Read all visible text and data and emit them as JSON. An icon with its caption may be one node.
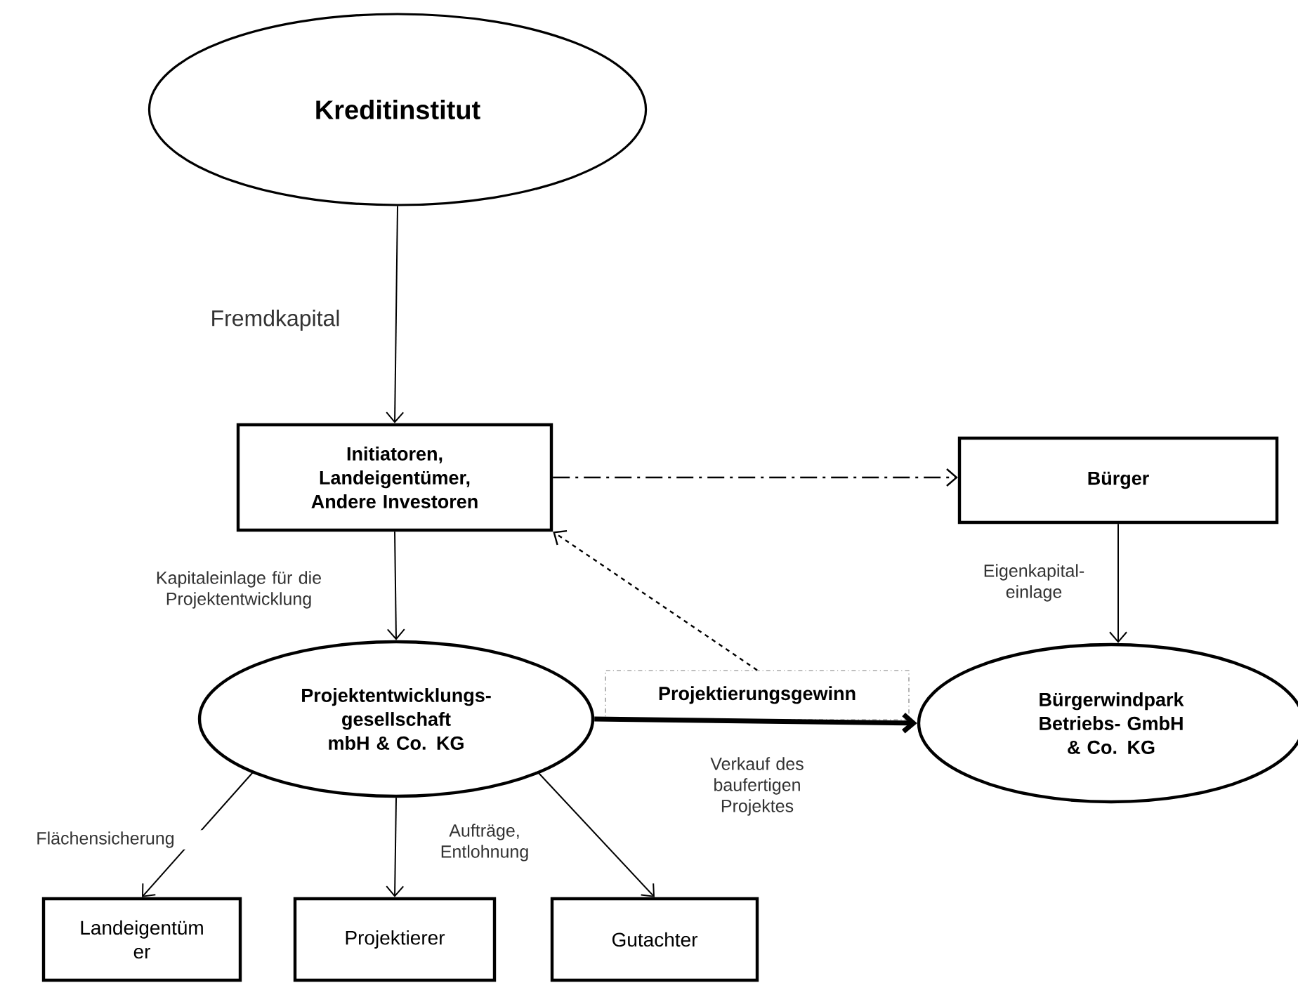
{
  "diagram": {
    "nodes": [
      {
        "text": [
          "Kreditinstitut"
        ]
      },
      {
        "text": [
          "Initiatoren, Landeigentümer, Andere Investoren"
        ]
      },
      {
        "text": [
          "Bürger"
        ]
      },
      {
        "text": [
          "Projektentwicklungs- gesellschaft mbH & Co. KG"
        ]
      },
      {
        "text": [
          "Projektierungsgewinn"
        ]
      },
      {
        "text": [
          "Bürgerwindpark Betriebs- GmbH & Co. KG"
        ]
      },
      {
        "text": [
          "Landeigentüm er"
        ]
      },
      {
        "text": [
          "Projektierer"
        ]
      },
      {
        "text": [
          "Gutachter"
        ]
      }
    ],
    "edges": [
      {
        "from": 0,
        "to": 1,
        "arrow": "to",
        "label": "Fremdkapital"
      },
      {
        "from": 1,
        "to": 2,
        "arrow": "to",
        "style": "dashed"
      },
      {
        "from": 1,
        "to": 3,
        "arrow": "to",
        "label": "Kapitaleinlage für die Projektentwicklung"
      },
      {
        "from": 4,
        "to": 1,
        "arrow": "to",
        "style": "dashed"
      },
      {
        "from": 2,
        "to": 5,
        "arrow": "to",
        "label": "Eigenkapital- einlage"
      },
      {
        "from": 3,
        "to": 5,
        "arrow": "to",
        "style": "thick",
        "label": "Verkauf des baufertigen Projektes"
      },
      {
        "from": 3,
        "to": 6,
        "arrow": "to",
        "label": "Flächensicherung"
      },
      {
        "from": 3,
        "to": 7,
        "arrow": "to",
        "label": "Aufträge, Entlohnung"
      },
      {
        "from": 3,
        "to": 8,
        "arrow": "to"
      }
    ]
  }
}
